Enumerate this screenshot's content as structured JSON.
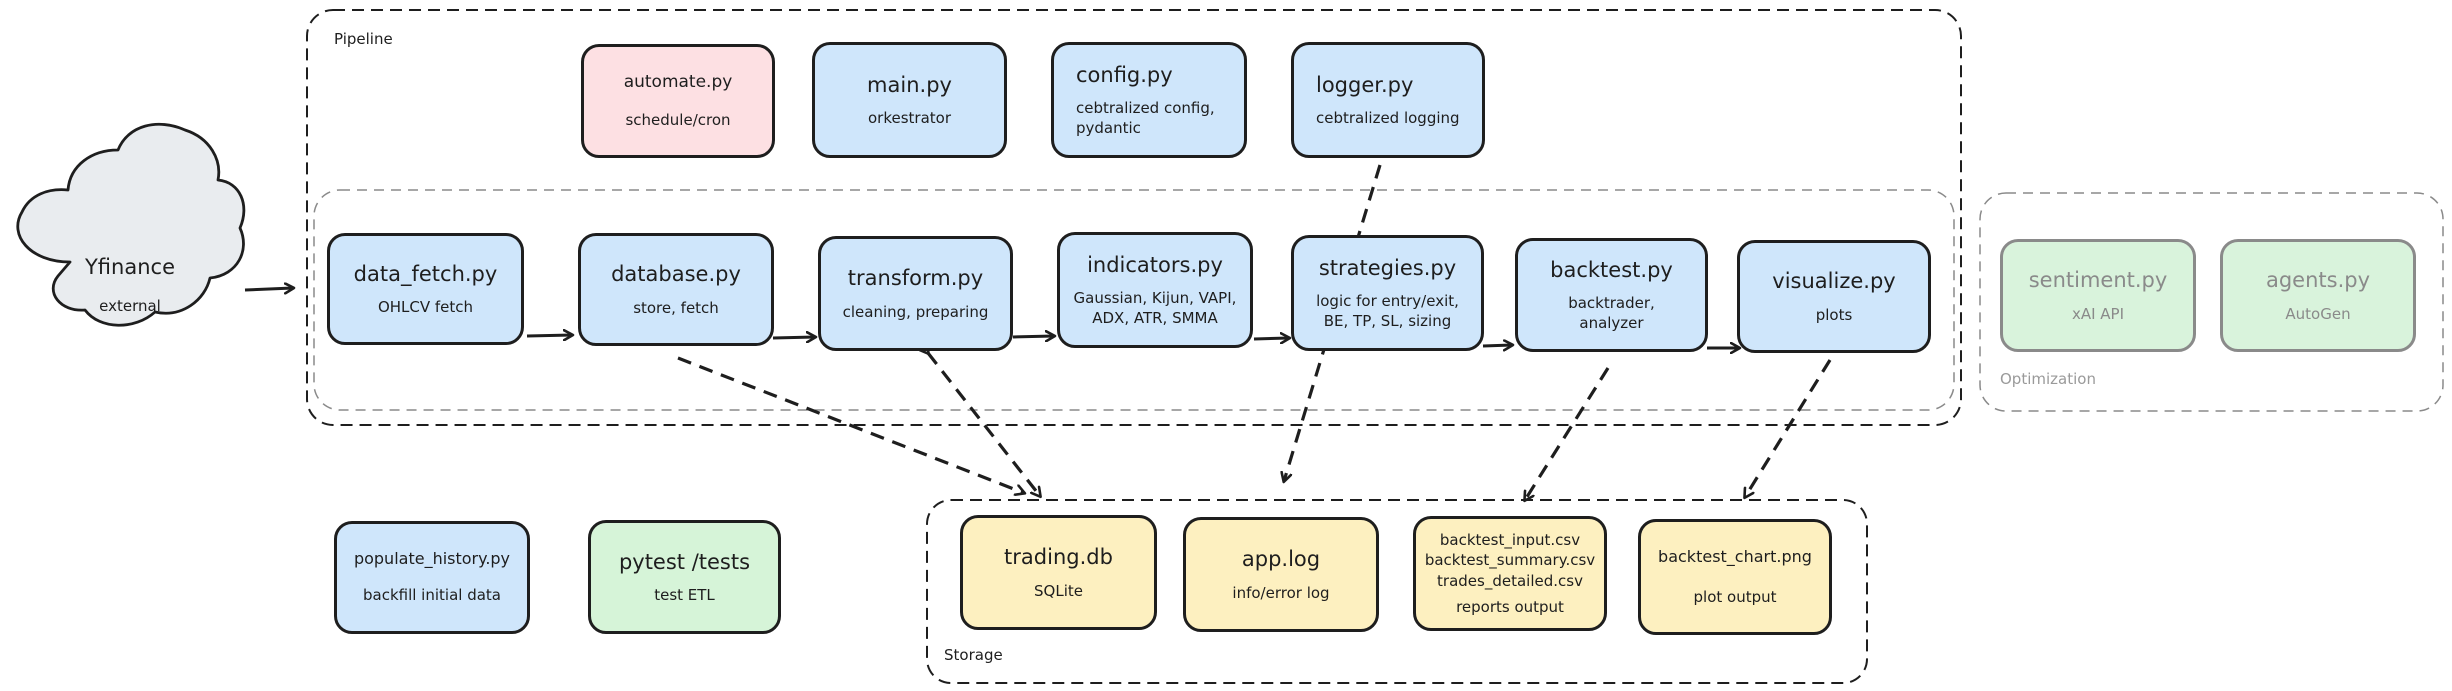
{
  "groups": {
    "pipeline": "Pipeline",
    "optimization": "Optimization",
    "storage": "Storage"
  },
  "external": {
    "title": "Yfinance",
    "subtitle": "external"
  },
  "nodes": {
    "automate": {
      "title": "automate.py",
      "subtitle": "schedule/cron"
    },
    "main": {
      "title": "main.py",
      "subtitle": "orkestrator"
    },
    "config": {
      "title": "config.py",
      "subtitle": "cebtralized config,\npydantic"
    },
    "logger": {
      "title": "logger.py",
      "subtitle": "cebtralized logging"
    },
    "data_fetch": {
      "title": "data_fetch.py",
      "subtitle": "OHLCV fetch"
    },
    "database": {
      "title": "database.py",
      "subtitle": "store, fetch"
    },
    "transform": {
      "title": "transform.py",
      "subtitle": "cleaning, preparing"
    },
    "indicators": {
      "title": "indicators.py",
      "subtitle": "Gaussian, Kijun, VAPI,\nADX, ATR, SMMA"
    },
    "strategies": {
      "title": "strategies.py",
      "subtitle": "logic for entry/exit,\nBE, TP, SL, sizing"
    },
    "backtest": {
      "title": "backtest.py",
      "subtitle": "backtrader,\nanalyzer"
    },
    "visualize": {
      "title": "visualize.py",
      "subtitle": "plots"
    },
    "sentiment": {
      "title": "sentiment.py",
      "subtitle": "xAI API"
    },
    "agents": {
      "title": "agents.py",
      "subtitle": "AutoGen"
    },
    "populate_history": {
      "title": "populate_history.py",
      "subtitle": "backfill initial data"
    },
    "pytest": {
      "title": "pytest /tests",
      "subtitle": "test ETL"
    },
    "trading_db": {
      "title": "trading.db",
      "subtitle": "SQLite"
    },
    "app_log": {
      "title": "app.log",
      "subtitle": "info/error log"
    },
    "reports": {
      "title": "backtest_input.csv\nbacktest_summary.csv\ntrades_detailed.csv",
      "subtitle": "reports output"
    },
    "chart": {
      "title": "backtest_chart.png",
      "subtitle": "plot output"
    }
  },
  "colors": {
    "stroke": "#1e1e1e",
    "blue": "#cfe6fb",
    "pink": "#fde0e3",
    "yellow": "#fdf0c0",
    "green": "#d6f4d8",
    "cloud": "#e9ecef",
    "muted": "#8a8a8a"
  }
}
